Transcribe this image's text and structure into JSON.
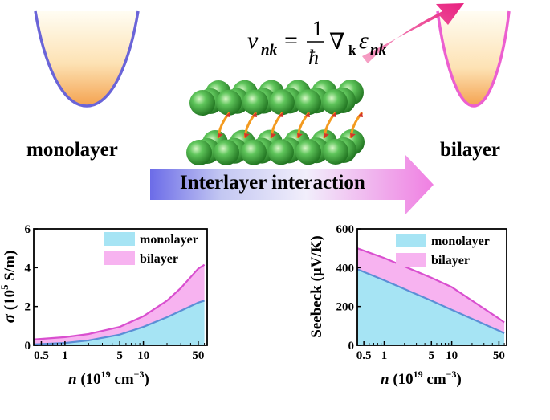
{
  "labels": {
    "monolayer": "monolayer",
    "bilayer": "bilayer",
    "interaction": "Interlayer interaction"
  },
  "equation": {
    "lhs_var": "v",
    "lhs_sub": "nk",
    "equals": "=",
    "frac_num": "1",
    "frac_den": "ħ",
    "nabla": "∇",
    "nabla_sub": "k",
    "rhs_var": "ε",
    "rhs_sub": "nk"
  },
  "colors": {
    "monolayer_fill": "#a6e4f4",
    "monolayer_line": "#5b8fd6",
    "bilayer_fill": "#f7b3f0",
    "bilayer_line": "#d94fcf",
    "band_mono_edge": "#6a64d8",
    "band_bi_edge": "#ec5fd0",
    "arrow_pink": "#ea2c8e",
    "atom_green": "#2f9c2f",
    "arrow_orange": "#f39a1f"
  },
  "chart_data": [
    {
      "type": "area",
      "x_scale": "log",
      "xlim": [
        0.4,
        65
      ],
      "ylim": [
        0,
        6
      ],
      "xticks": [
        "0.5",
        "1",
        "5",
        "10",
        "50"
      ],
      "xtick_values": [
        0.5,
        1,
        5,
        10,
        50
      ],
      "yticks": [
        "0",
        "2",
        "4",
        "6"
      ],
      "ytick_values": [
        0,
        2,
        4,
        6
      ],
      "ylabel": "σ (10⁵ S/m)",
      "ylabel_parts": [
        "σ",
        " (10",
        "5",
        " S/m)"
      ],
      "xlabel_parts": [
        "n",
        " (10",
        "19",
        " cm",
        "−3",
        ")"
      ],
      "x": [
        0.4,
        1,
        2,
        5,
        10,
        20,
        30,
        50,
        60
      ],
      "series": [
        {
          "name": "monolayer",
          "values": [
            0.05,
            0.12,
            0.25,
            0.55,
            0.95,
            1.45,
            1.78,
            2.2,
            2.3
          ]
        },
        {
          "name": "bilayer",
          "values": [
            0.3,
            0.42,
            0.58,
            0.95,
            1.5,
            2.3,
            2.95,
            3.95,
            4.15
          ]
        }
      ],
      "legend": "top-right"
    },
    {
      "type": "area",
      "x_scale": "log",
      "xlim": [
        0.4,
        65
      ],
      "ylim": [
        0,
        600
      ],
      "xticks": [
        "0.5",
        "1",
        "5",
        "10",
        "50"
      ],
      "xtick_values": [
        0.5,
        1,
        5,
        10,
        50
      ],
      "yticks": [
        "0",
        "200",
        "400",
        "600"
      ],
      "ytick_values": [
        0,
        200,
        400,
        600
      ],
      "ylabel": "Seebeck (μV/K)",
      "ylabel_parts": [
        "Seebeck (μV/K)"
      ],
      "xlabel_parts": [
        "n",
        " (10",
        "19",
        " cm",
        "−3",
        ")"
      ],
      "x": [
        0.4,
        1,
        5,
        10,
        50,
        60
      ],
      "series": [
        {
          "name": "monolayer",
          "values": [
            392,
            335,
            230,
            183,
            75,
            62
          ]
        },
        {
          "name": "bilayer",
          "values": [
            500,
            450,
            348,
            300,
            138,
            118
          ]
        }
      ],
      "legend": "top-right"
    }
  ]
}
